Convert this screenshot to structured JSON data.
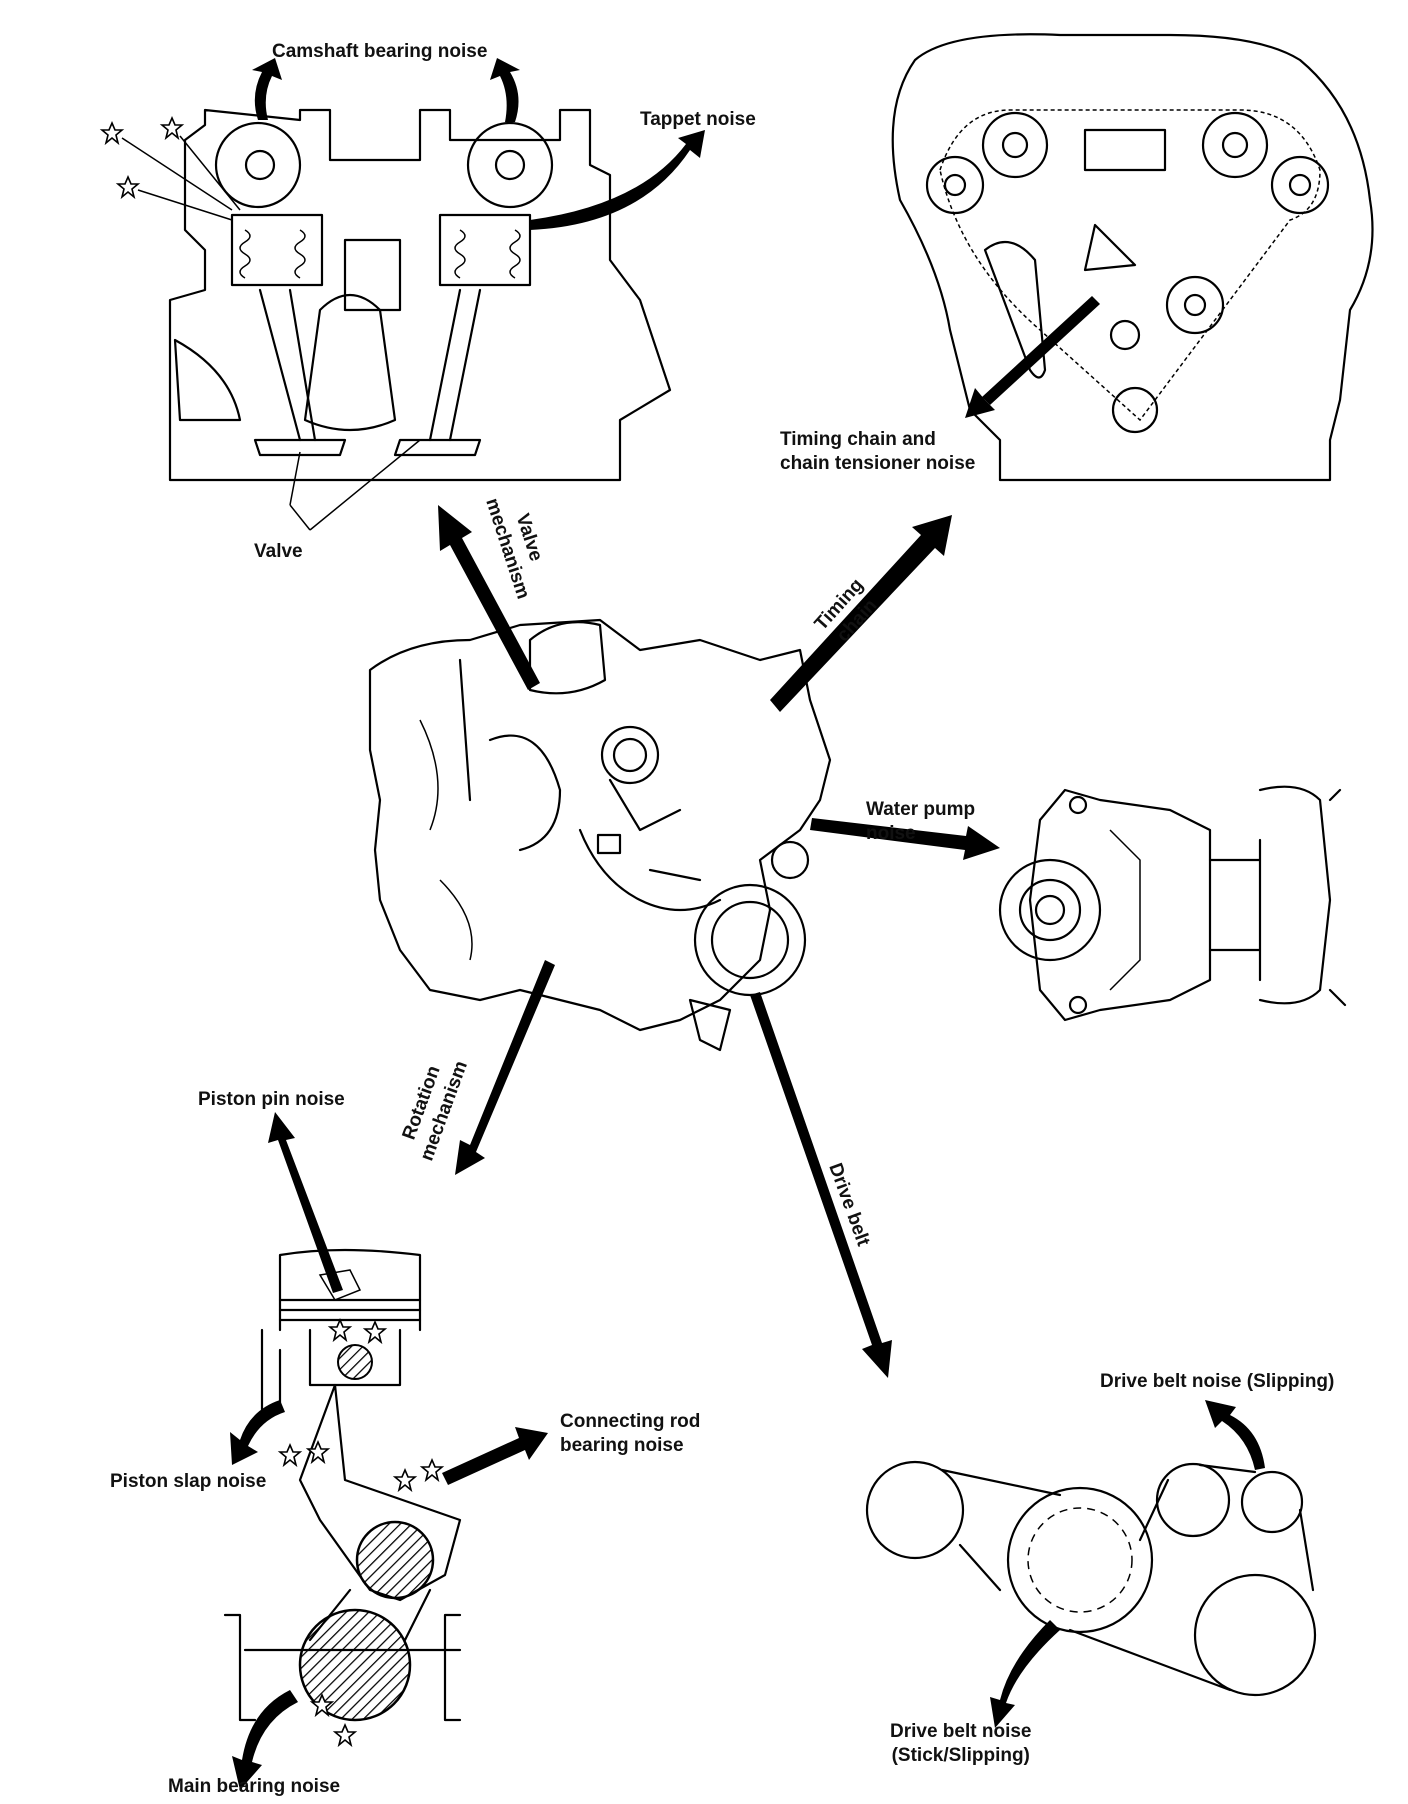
{
  "labels": {
    "camshaft_bearing_noise": "Camshaft bearing noise",
    "tappet_noise": "Tappet noise",
    "valve": "Valve",
    "valve_mechanism_1": "Valve",
    "valve_mechanism_2": "mechanism",
    "timing_chain_tensioner_1": "Timing chain and",
    "timing_chain_tensioner_2": "chain tensioner noise",
    "timing_chain_1": "Timing",
    "timing_chain_2": "chain",
    "water_pump_1": "Water pump",
    "water_pump_2": "noise",
    "rotation_mechanism_1": "Rotation",
    "rotation_mechanism_2": "mechanism",
    "drive_belt": "Drive belt",
    "piston_pin_noise": "Piston pin noise",
    "connecting_rod_1": "Connecting rod",
    "connecting_rod_2": "bearing noise",
    "piston_slap_noise": "Piston slap noise",
    "main_bearing_noise": "Main bearing noise",
    "drive_belt_slipping": "Drive belt noise (Slipping)",
    "drive_belt_stick_1": "Drive belt noise",
    "drive_belt_stick_2": "(Stick/Slipping)"
  },
  "colors": {
    "ink": "#000000",
    "background": "#ffffff"
  },
  "icons": [
    "star-marker-icon",
    "arrow-icon"
  ]
}
